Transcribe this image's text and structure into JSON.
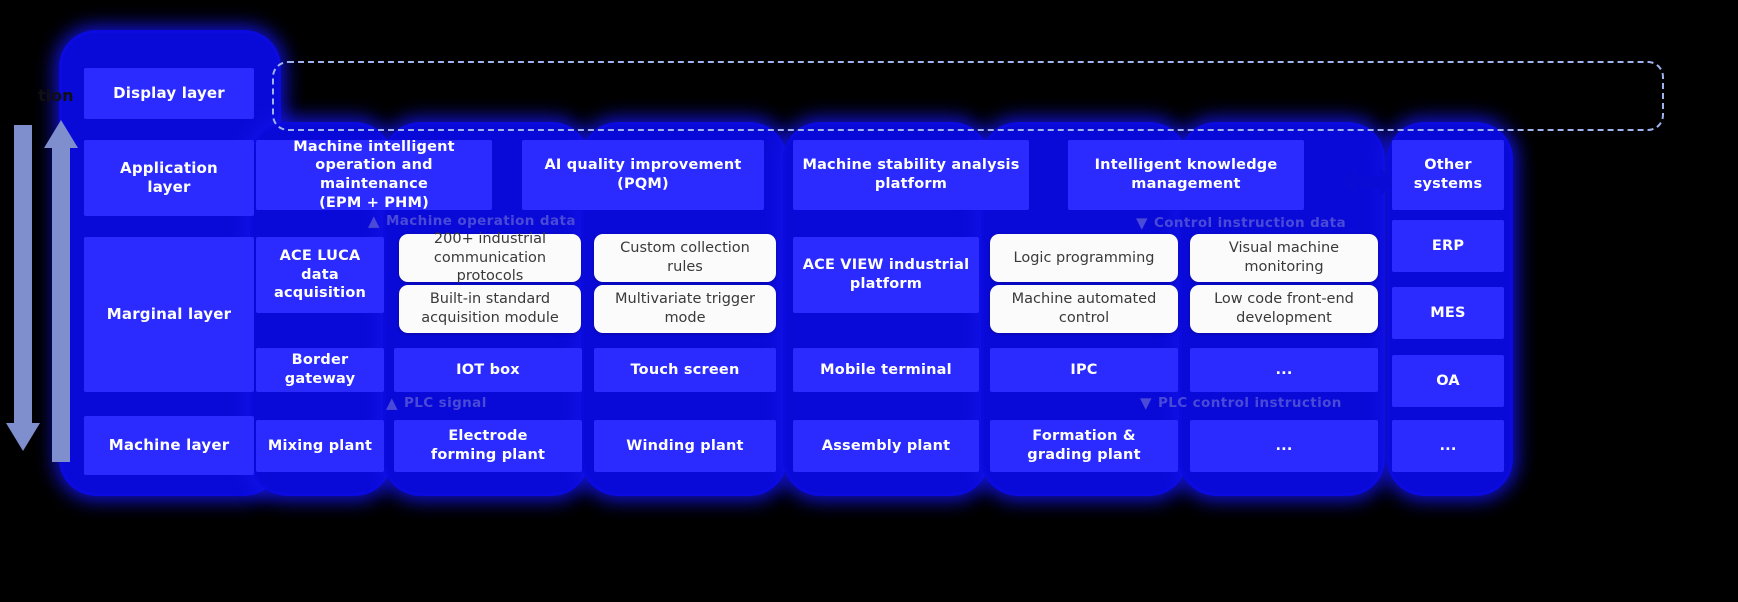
{
  "diagram": {
    "title_partial": "tion",
    "flow_labels": {
      "machine_operation_data": "Machine operation data",
      "control_instruction_data": "Control instruction data",
      "plc_signal": "PLC signal",
      "plc_control_instruction": "PLC control instruction"
    },
    "arrow_glyphs": {
      "up": "▲",
      "down": "▼",
      "left_right": "↔"
    },
    "colors": {
      "background": "#000000",
      "cell_blue": "#2b2bff",
      "glow_blue": "#0a0ad8",
      "white_cell": "#fbfbfb",
      "white_cell_text": "#3a3a3a",
      "flow_label": "#4a4ad8",
      "dashed_border": "#9fb4ee",
      "arrow_fill": "#7f8ecd"
    },
    "layers": [
      {
        "name": "Display layer"
      },
      {
        "name": "Application\nlayer"
      },
      {
        "name": "Marginal layer"
      },
      {
        "name": "Machine layer"
      }
    ],
    "layer_labels": {
      "display": "Display layer",
      "application_line1": "Application",
      "application_line2": "layer",
      "marginal": "Marginal layer",
      "machine": "Machine layer"
    },
    "application_row": [
      "Machine intelligent\noperation and maintenance\n(EPM + PHM)",
      "AI quality improvement\n(PQM)",
      "Machine stability analysis\nplatform",
      "Intelligent knowledge\nmanagement"
    ],
    "application_items": {
      "a1_l1": "Machine intelligent",
      "a1_l2": "operation and maintenance",
      "a1_l3": "(EPM + PHM)",
      "a2_l1": "AI quality improvement",
      "a2_l2": "(PQM)",
      "a3_l1": "Machine stability analysis",
      "a3_l2": "platform",
      "a4_l1": "Intelligent knowledge",
      "a4_l2": "management"
    },
    "marginal_row": {
      "ace_luca_l1": "ACE LUCA data",
      "ace_luca_l2": "acquisition",
      "ace_view_l1": "ACE VIEW industrial",
      "ace_view_l2": "platform",
      "white_boxes": [
        "200+ industrial communication protocols",
        "Custom collection rules",
        "Built-in standard acquisition module",
        "Multivariate trigger mode",
        "Logic programming",
        "Visual machine monitoring",
        "Machine automated control",
        "Low code front-end development"
      ],
      "w1_l1": "200+ industrial",
      "w1_l2": "communication protocols",
      "w2_l1": "Custom collection",
      "w2_l2": "rules",
      "w3_l1": "Built-in standard",
      "w3_l2": "acquisition module",
      "w4_l1": "Multivariate trigger",
      "w4_l2": "mode",
      "w5_l1": "Logic programming",
      "w6_l1": "Visual machine",
      "w6_l2": "monitoring",
      "w7_l1": "Machine automated",
      "w7_l2": "control",
      "w8_l1": "Low code front-end",
      "w8_l2": "development"
    },
    "device_row": [
      "Border gateway",
      "IOT box",
      "Touch screen",
      "Mobile terminal",
      "IPC",
      "..."
    ],
    "device_items": {
      "d1": "Border gateway",
      "d2": "IOT box",
      "d3": "Touch screen",
      "d4": "Mobile terminal",
      "d5": "IPC",
      "d6": "..."
    },
    "machine_row": [
      "Mixing plant",
      "Electrode forming plant",
      "Winding plant",
      "Assembly plant",
      "Formation & grading plant",
      "...",
      "..."
    ],
    "machine_items": {
      "m1": "Mixing plant",
      "m2_l1": "Electrode",
      "m2_l2": "forming plant",
      "m3": "Winding plant",
      "m4": "Assembly plant",
      "m5_l1": "Formation &",
      "m5_l2": "grading plant",
      "m6": "...",
      "m7": "..."
    },
    "external_systems": {
      "header_l1": "Other",
      "header_l2": "systems",
      "items": [
        "ERP",
        "MES",
        "OA",
        "..."
      ],
      "e1": "ERP",
      "e2": "MES",
      "e3": "OA",
      "e4": "..."
    }
  }
}
